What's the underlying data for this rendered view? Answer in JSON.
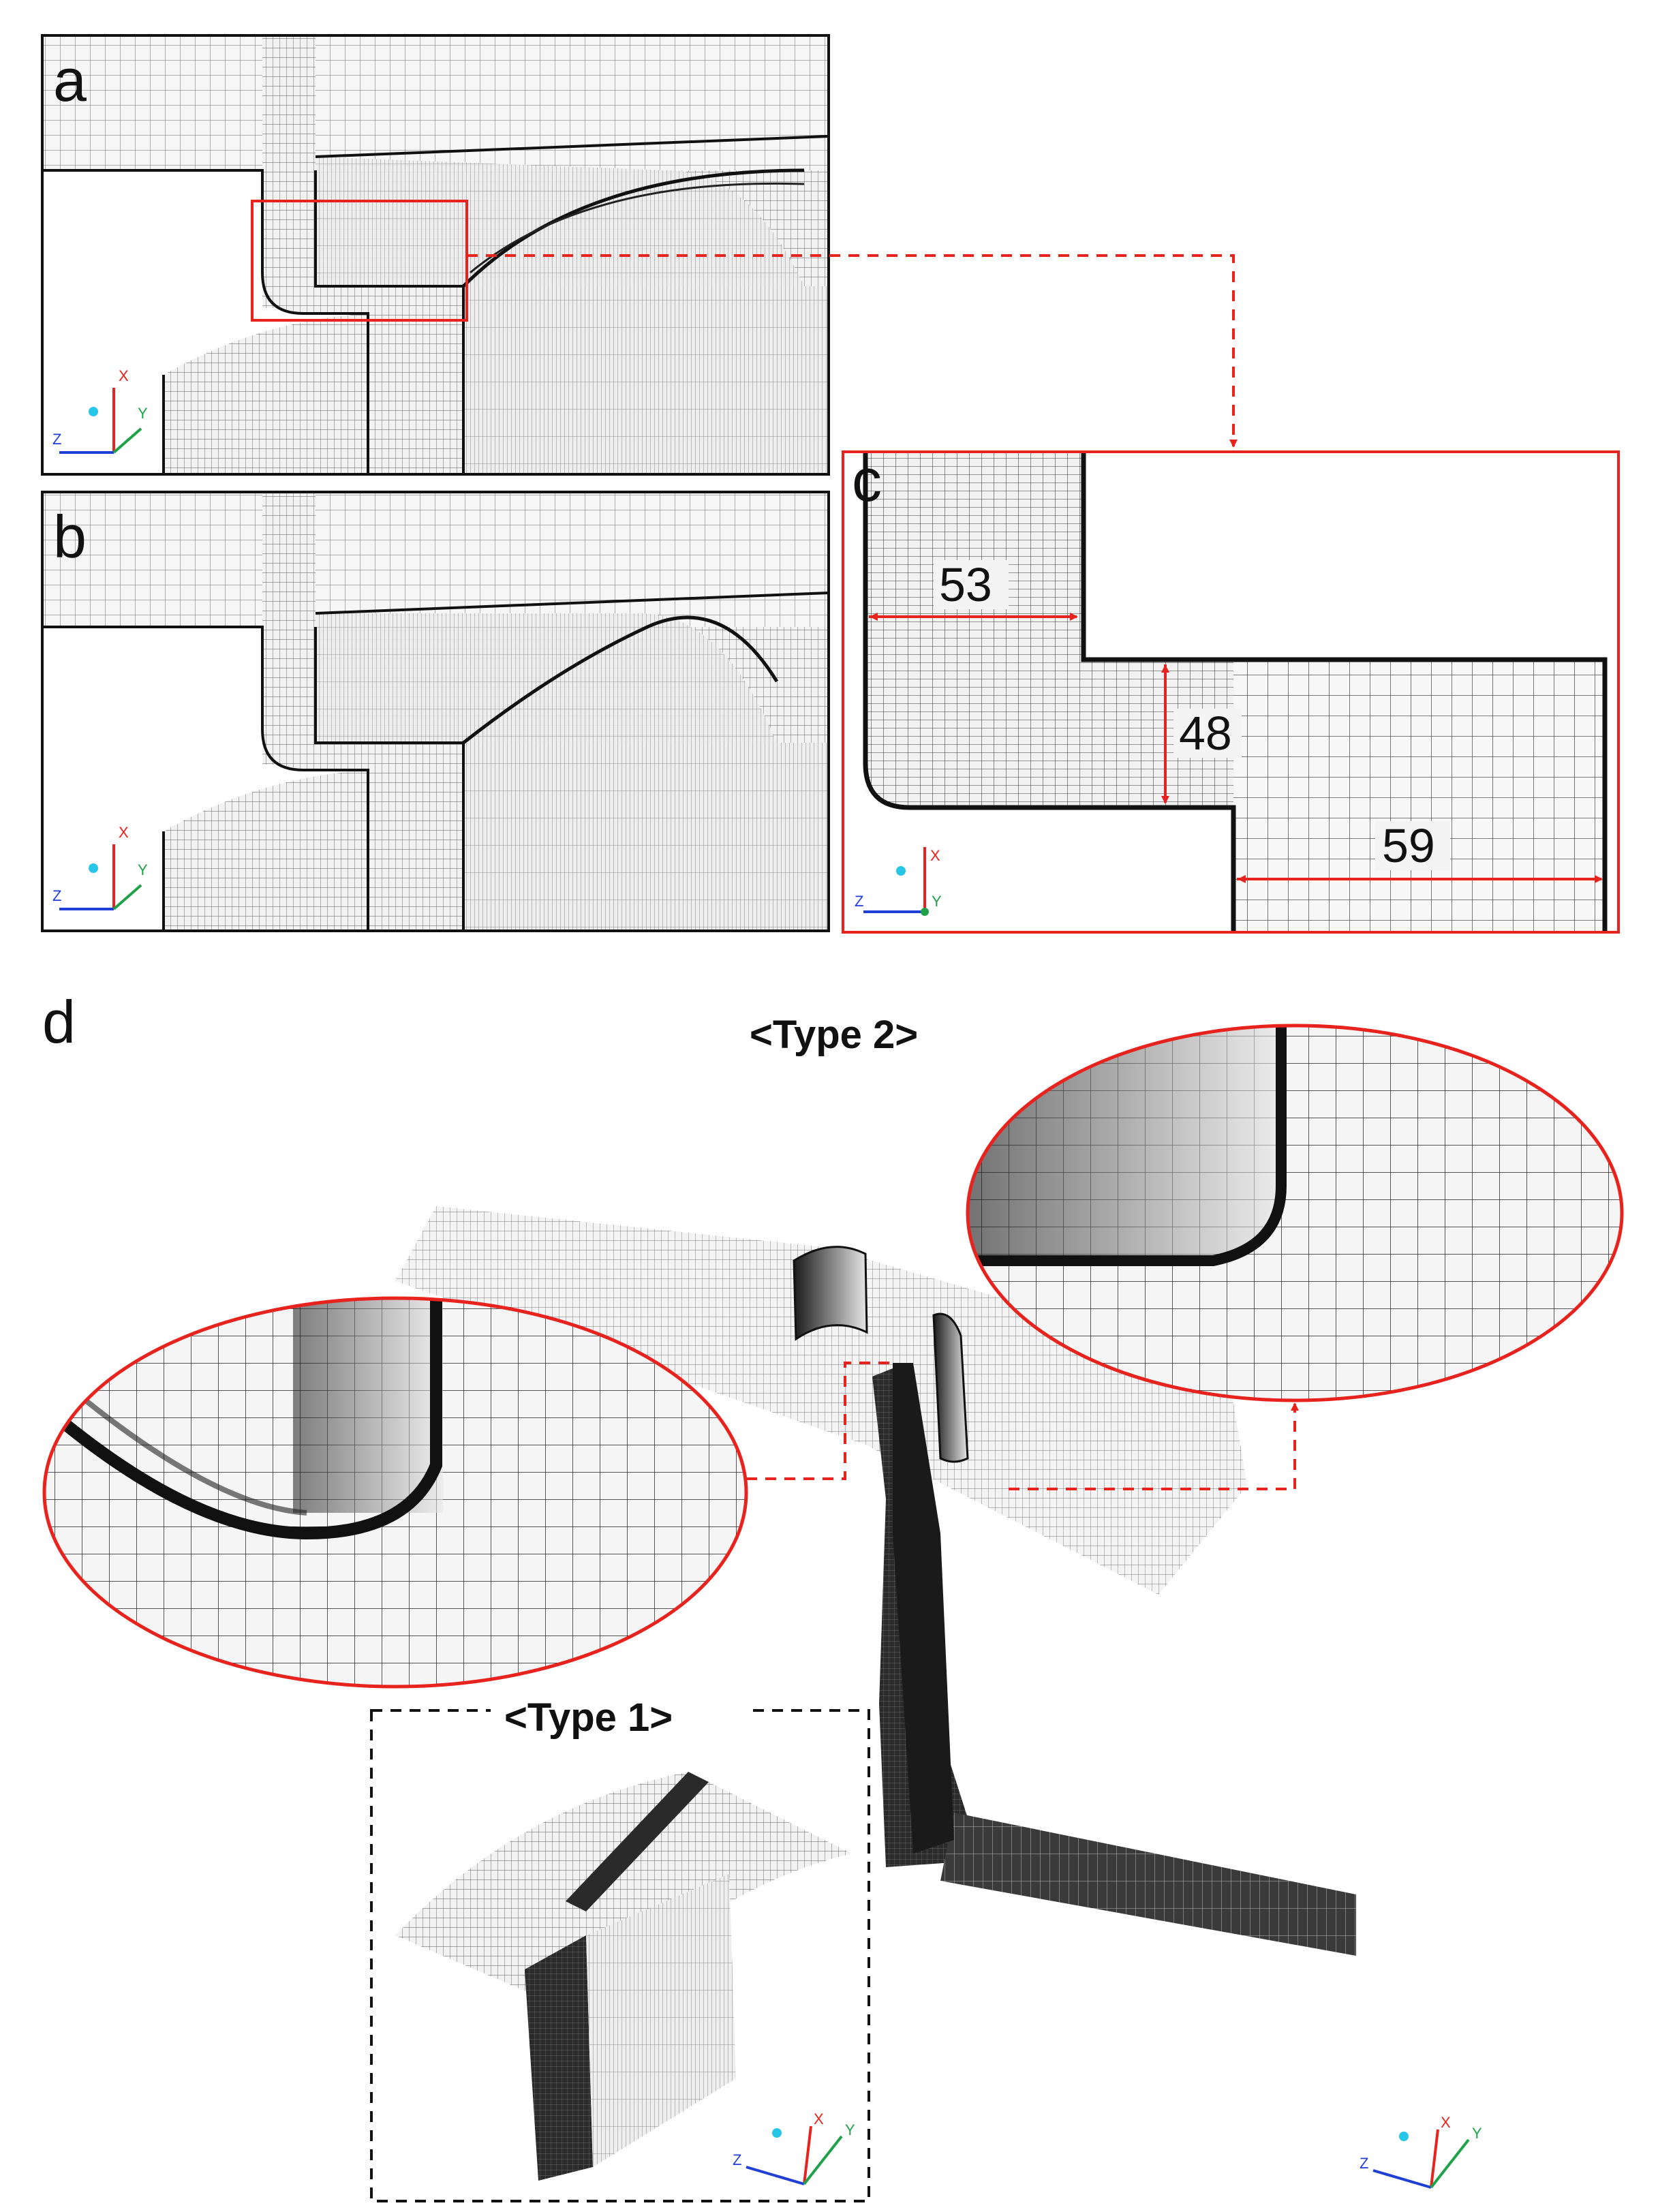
{
  "panels": {
    "a": {
      "letter": "a"
    },
    "b": {
      "letter": "b"
    },
    "c": {
      "letter": "c",
      "dims": {
        "left": "53",
        "middle": "48",
        "right": "59"
      }
    },
    "d": {
      "letter": "d",
      "type2": "<Type 2>",
      "type1": "<Type 1>"
    }
  },
  "axes": {
    "x": "X",
    "y": "Y",
    "z": "Z"
  },
  "colors": {
    "frame": "#111111",
    "highlight": "#e8231d",
    "mesh_line": "#555555",
    "mesh_bg": "#f4f4f4",
    "axis_x": "#e8231d",
    "axis_y": "#1fa24a",
    "axis_z": "#1f3fd6",
    "axis_dot": "#27c6e8"
  }
}
